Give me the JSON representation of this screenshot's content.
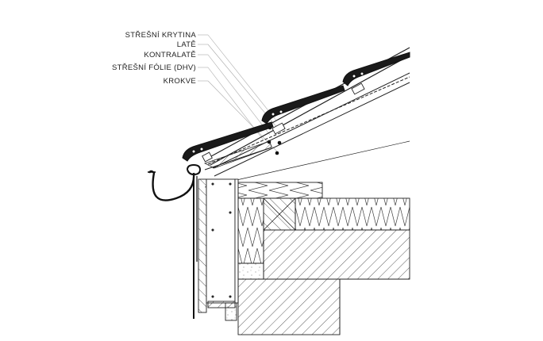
{
  "labels": [
    {
      "id": "roof-covering",
      "text": "STŘEŠNÍ KRYTINA"
    },
    {
      "id": "battens",
      "text": "LATĚ"
    },
    {
      "id": "counter-battens",
      "text": "KONTRALATĚ"
    },
    {
      "id": "roof-membrane",
      "text": "STŘEŠNÍ FÓLIE (DHV)"
    },
    {
      "id": "rafters",
      "text": "KROKVE"
    }
  ]
}
